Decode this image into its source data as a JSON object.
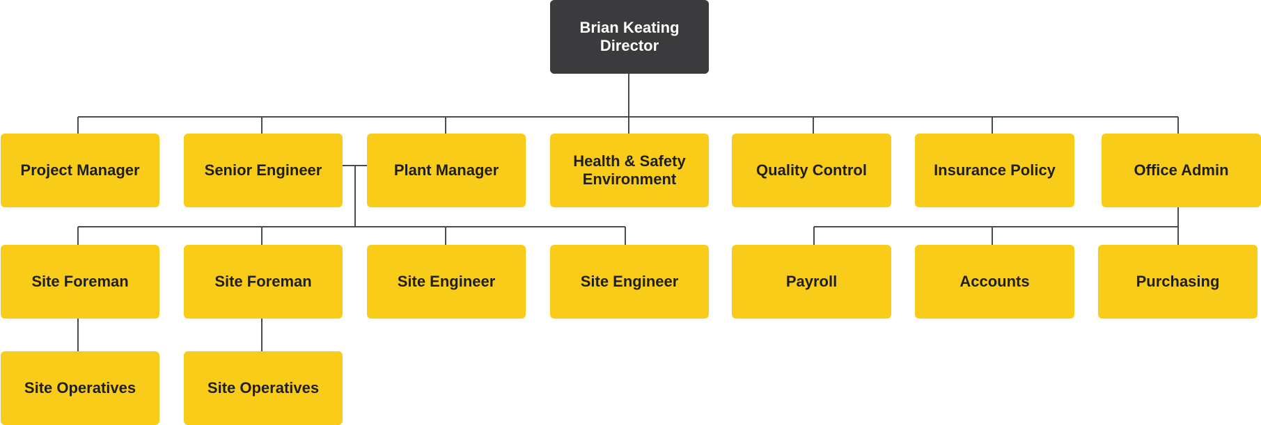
{
  "colors": {
    "head_fill": "#3b3b3d",
    "node_fill": "#f9cc1a",
    "connector": "#4a4a4a"
  },
  "nodes": {
    "director": {
      "name": "Brian Keating",
      "role": "Director"
    },
    "project_manager": "Project Manager",
    "senior_engineer": "Senior Engineer",
    "plant_manager": "Plant Manager",
    "health_safety": "Health & Safety\nEnvironment",
    "quality_control": "Quality Control",
    "insurance_policy": "Insurance Policy",
    "office_admin": "Office Admin",
    "site_foreman_1": "Site Foreman",
    "site_foreman_2": "Site Foreman",
    "site_engineer_1": "Site Engineer",
    "site_engineer_2": "Site Engineer",
    "payroll": "Payroll",
    "accounts": "Accounts",
    "purchasing": "Purchasing",
    "site_operatives_1": "Site Operatives",
    "site_operatives_2": "Site Operatives"
  }
}
